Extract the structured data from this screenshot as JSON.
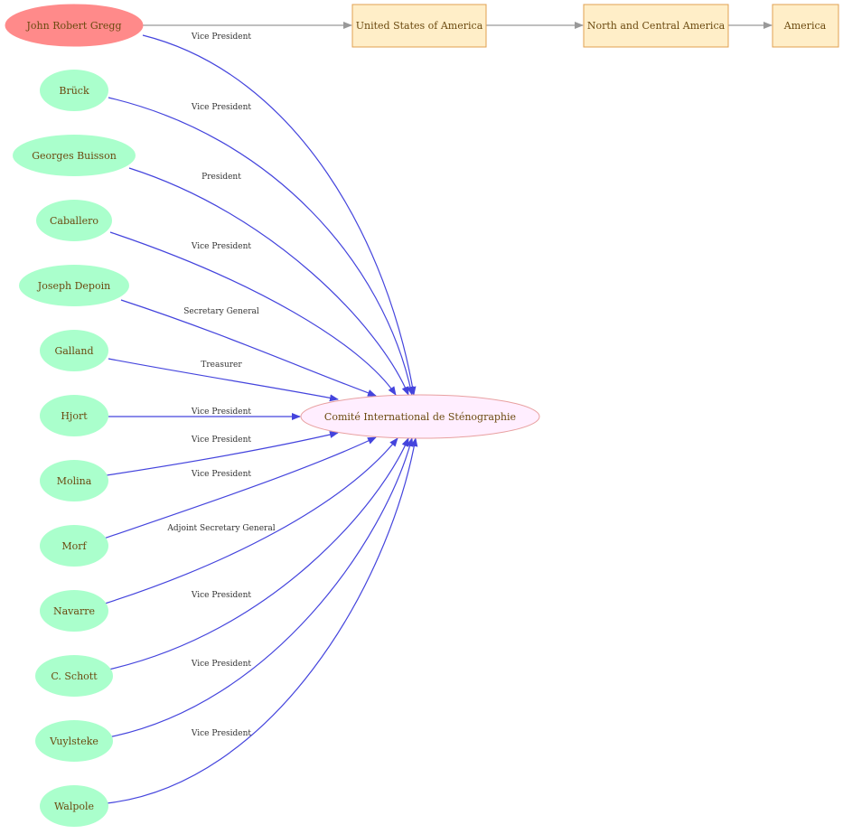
{
  "colors": {
    "person_fill": "#aaffcc",
    "highlight_fill": "#ff8a8a",
    "highlight_stroke": "#ff8a8a",
    "org_fill": "#ffeeff",
    "org_stroke": "#e8a0a0",
    "place_fill": "#ffeec8",
    "place_stroke": "#e0a050",
    "node_text": "#6b4a10",
    "role_edge": "#4444dd",
    "location_edge": "#999999",
    "edge_label": "#333333"
  },
  "highlight": {
    "label": "John Robert Gregg"
  },
  "organization": {
    "label": "Comité International de Sténographie"
  },
  "places": [
    {
      "label": "United States of America"
    },
    {
      "label": "North and Central America"
    },
    {
      "label": "America"
    }
  ],
  "people": [
    {
      "label": "John Robert Gregg",
      "role": "Vice President"
    },
    {
      "label": "Brück",
      "role": "Vice President"
    },
    {
      "label": "Georges Buisson",
      "role": "President"
    },
    {
      "label": "Caballero",
      "role": "Vice President"
    },
    {
      "label": "Joseph Depoin",
      "role": "Secretary General"
    },
    {
      "label": "Galland",
      "role": "Treasurer"
    },
    {
      "label": "Hjort",
      "role": "Vice President"
    },
    {
      "label": "Molina",
      "role": "Vice President"
    },
    {
      "label": "Morf",
      "role": "Vice President"
    },
    {
      "label": "Navarre",
      "role": "Adjoint Secretary General"
    },
    {
      "label": "C. Schott",
      "role": "Vice President"
    },
    {
      "label": "Vuylsteke",
      "role": "Vice President"
    },
    {
      "label": "Walpole",
      "role": "Vice President"
    }
  ]
}
